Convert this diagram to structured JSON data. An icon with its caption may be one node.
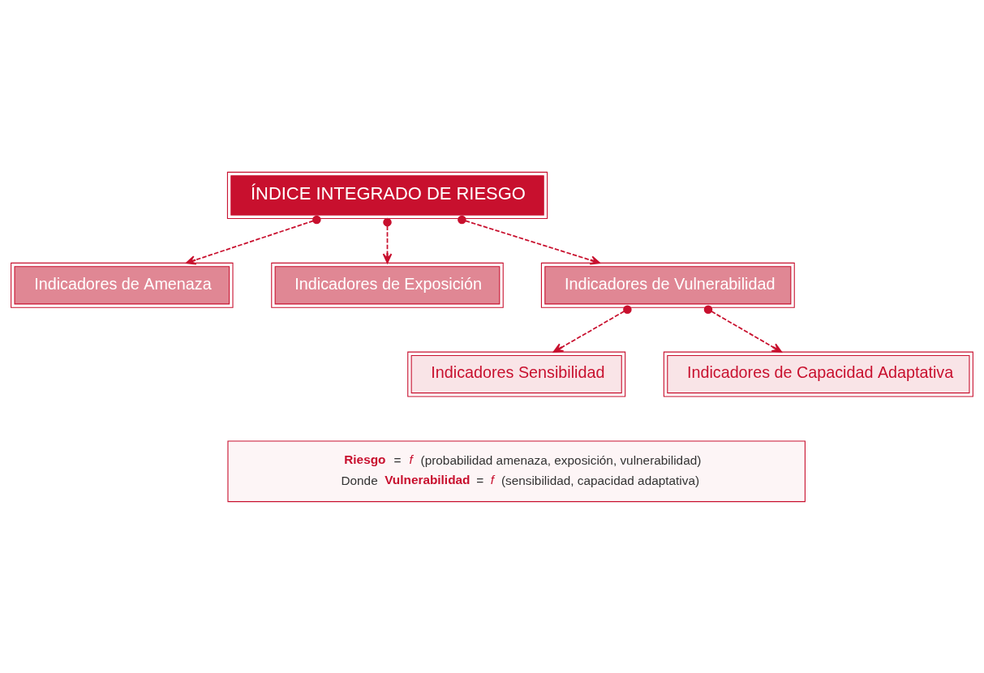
{
  "diagram": {
    "nodes": [
      {
        "text": [
          "ÍNDICE INTEGRADO DE RIESGO"
        ]
      },
      {
        "text": [
          "Indicadores de Amenaza"
        ]
      },
      {
        "text": [
          "Indicadores de Exposición"
        ]
      },
      {
        "text": [
          "Indicadores de Vulnerabilidad"
        ]
      },
      {
        "text": [
          "Indicadores Sensibilidad"
        ]
      },
      {
        "text": [
          "Indicadores de Capacidad Adaptativa"
        ]
      },
      {
        "text": [
          "**Riesgo** = *f* (probabilidad amenaza, exposición, vulnerabilidad)",
          "Donde **Vulnerabilidad** = *f* (sensibilidad, capacidad adaptativa)"
        ]
      }
    ],
    "edges": [
      {
        "from": 0,
        "to": 1,
        "arrow": "to",
        "style": "dashed"
      },
      {
        "from": 0,
        "to": 2,
        "arrow": "to",
        "style": "dashed"
      },
      {
        "from": 0,
        "to": 3,
        "arrow": "to",
        "style": "dashed"
      },
      {
        "from": 3,
        "to": 4,
        "arrow": "to",
        "style": "dashed"
      },
      {
        "from": 3,
        "to": 5,
        "arrow": "to",
        "style": "dashed"
      }
    ]
  }
}
